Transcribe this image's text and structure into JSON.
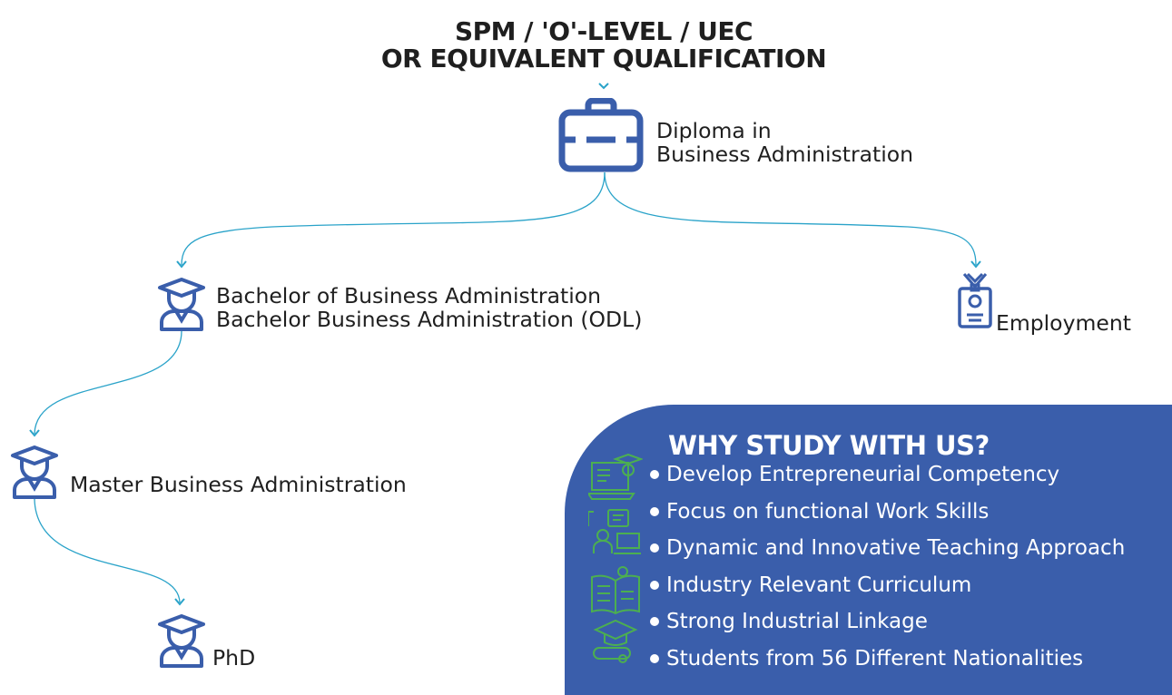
{
  "title": {
    "line1": "SPM / 'O'-LEVEL / UEC",
    "line2": "OR EQUIVALENT QUALIFICATION"
  },
  "nodes": {
    "diploma": {
      "line1": "Diploma in",
      "line2": "Business Administration",
      "icon": "briefcase-icon"
    },
    "bachelor": {
      "line1": "Bachelor of Business Administration",
      "line2": "Bachelor Business Administration (ODL)",
      "icon": "graduate-icon"
    },
    "employment": {
      "label": "Employment",
      "icon": "id-badge-icon"
    },
    "master": {
      "label": "Master Business Administration",
      "icon": "graduate-icon"
    },
    "phd": {
      "label": "PhD",
      "icon": "graduate-icon"
    }
  },
  "panel": {
    "title": "WHY STUDY WITH US?",
    "items": [
      "Develop Entrepreneurial Competency",
      "Focus on functional Work Skills",
      "Dynamic and Innovative Teaching Approach",
      "Industry Relevant Curriculum",
      "Strong Industrial Linkage",
      "Students from 56 Different Nationalities"
    ],
    "side_icons": [
      "laptop-graduate-icon",
      "online-class-icon",
      "book-idea-icon",
      "diploma-scroll-icon"
    ]
  },
  "colors": {
    "icon_blue": "#3a5eab",
    "connector": "#2aa3c9",
    "panel_bg": "#3a5eab",
    "panel_icon_green": "#4caf50"
  }
}
